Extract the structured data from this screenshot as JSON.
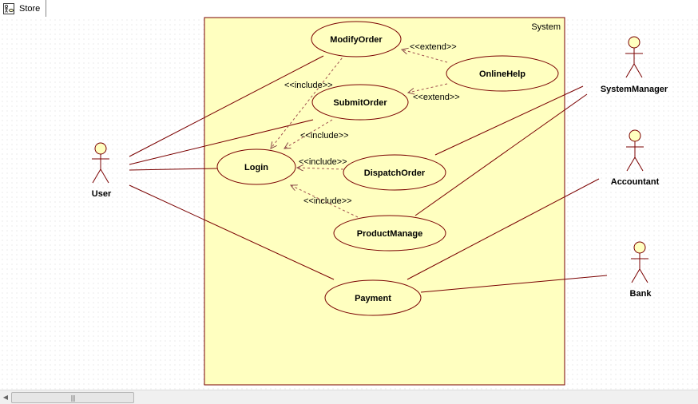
{
  "tab": {
    "label": "Store",
    "icon": "use-case-diagram-icon"
  },
  "system": {
    "label": "System"
  },
  "actors": {
    "user": "User",
    "system_manager": "SystemManager",
    "accountant": "Accountant",
    "bank": "Bank"
  },
  "use_cases": {
    "modify_order": "ModifyOrder",
    "online_help": "OnlineHelp",
    "submit_order": "SubmitOrder",
    "login": "Login",
    "dispatch_order": "DispatchOrder",
    "product_manage": "ProductManage",
    "payment": "Payment"
  },
  "stereotypes": {
    "include_1": "<<include>>",
    "include_2": "<<include>>",
    "include_3": "<<include>>",
    "include_4": "<<include>>",
    "extend_1": "<<extend>>",
    "extend_2": "<<extend>>"
  },
  "colors": {
    "line": "#7a0000",
    "fill": "#ffffc0",
    "dashed": "#a05050"
  },
  "scrollbar": {
    "grip": "|||"
  }
}
